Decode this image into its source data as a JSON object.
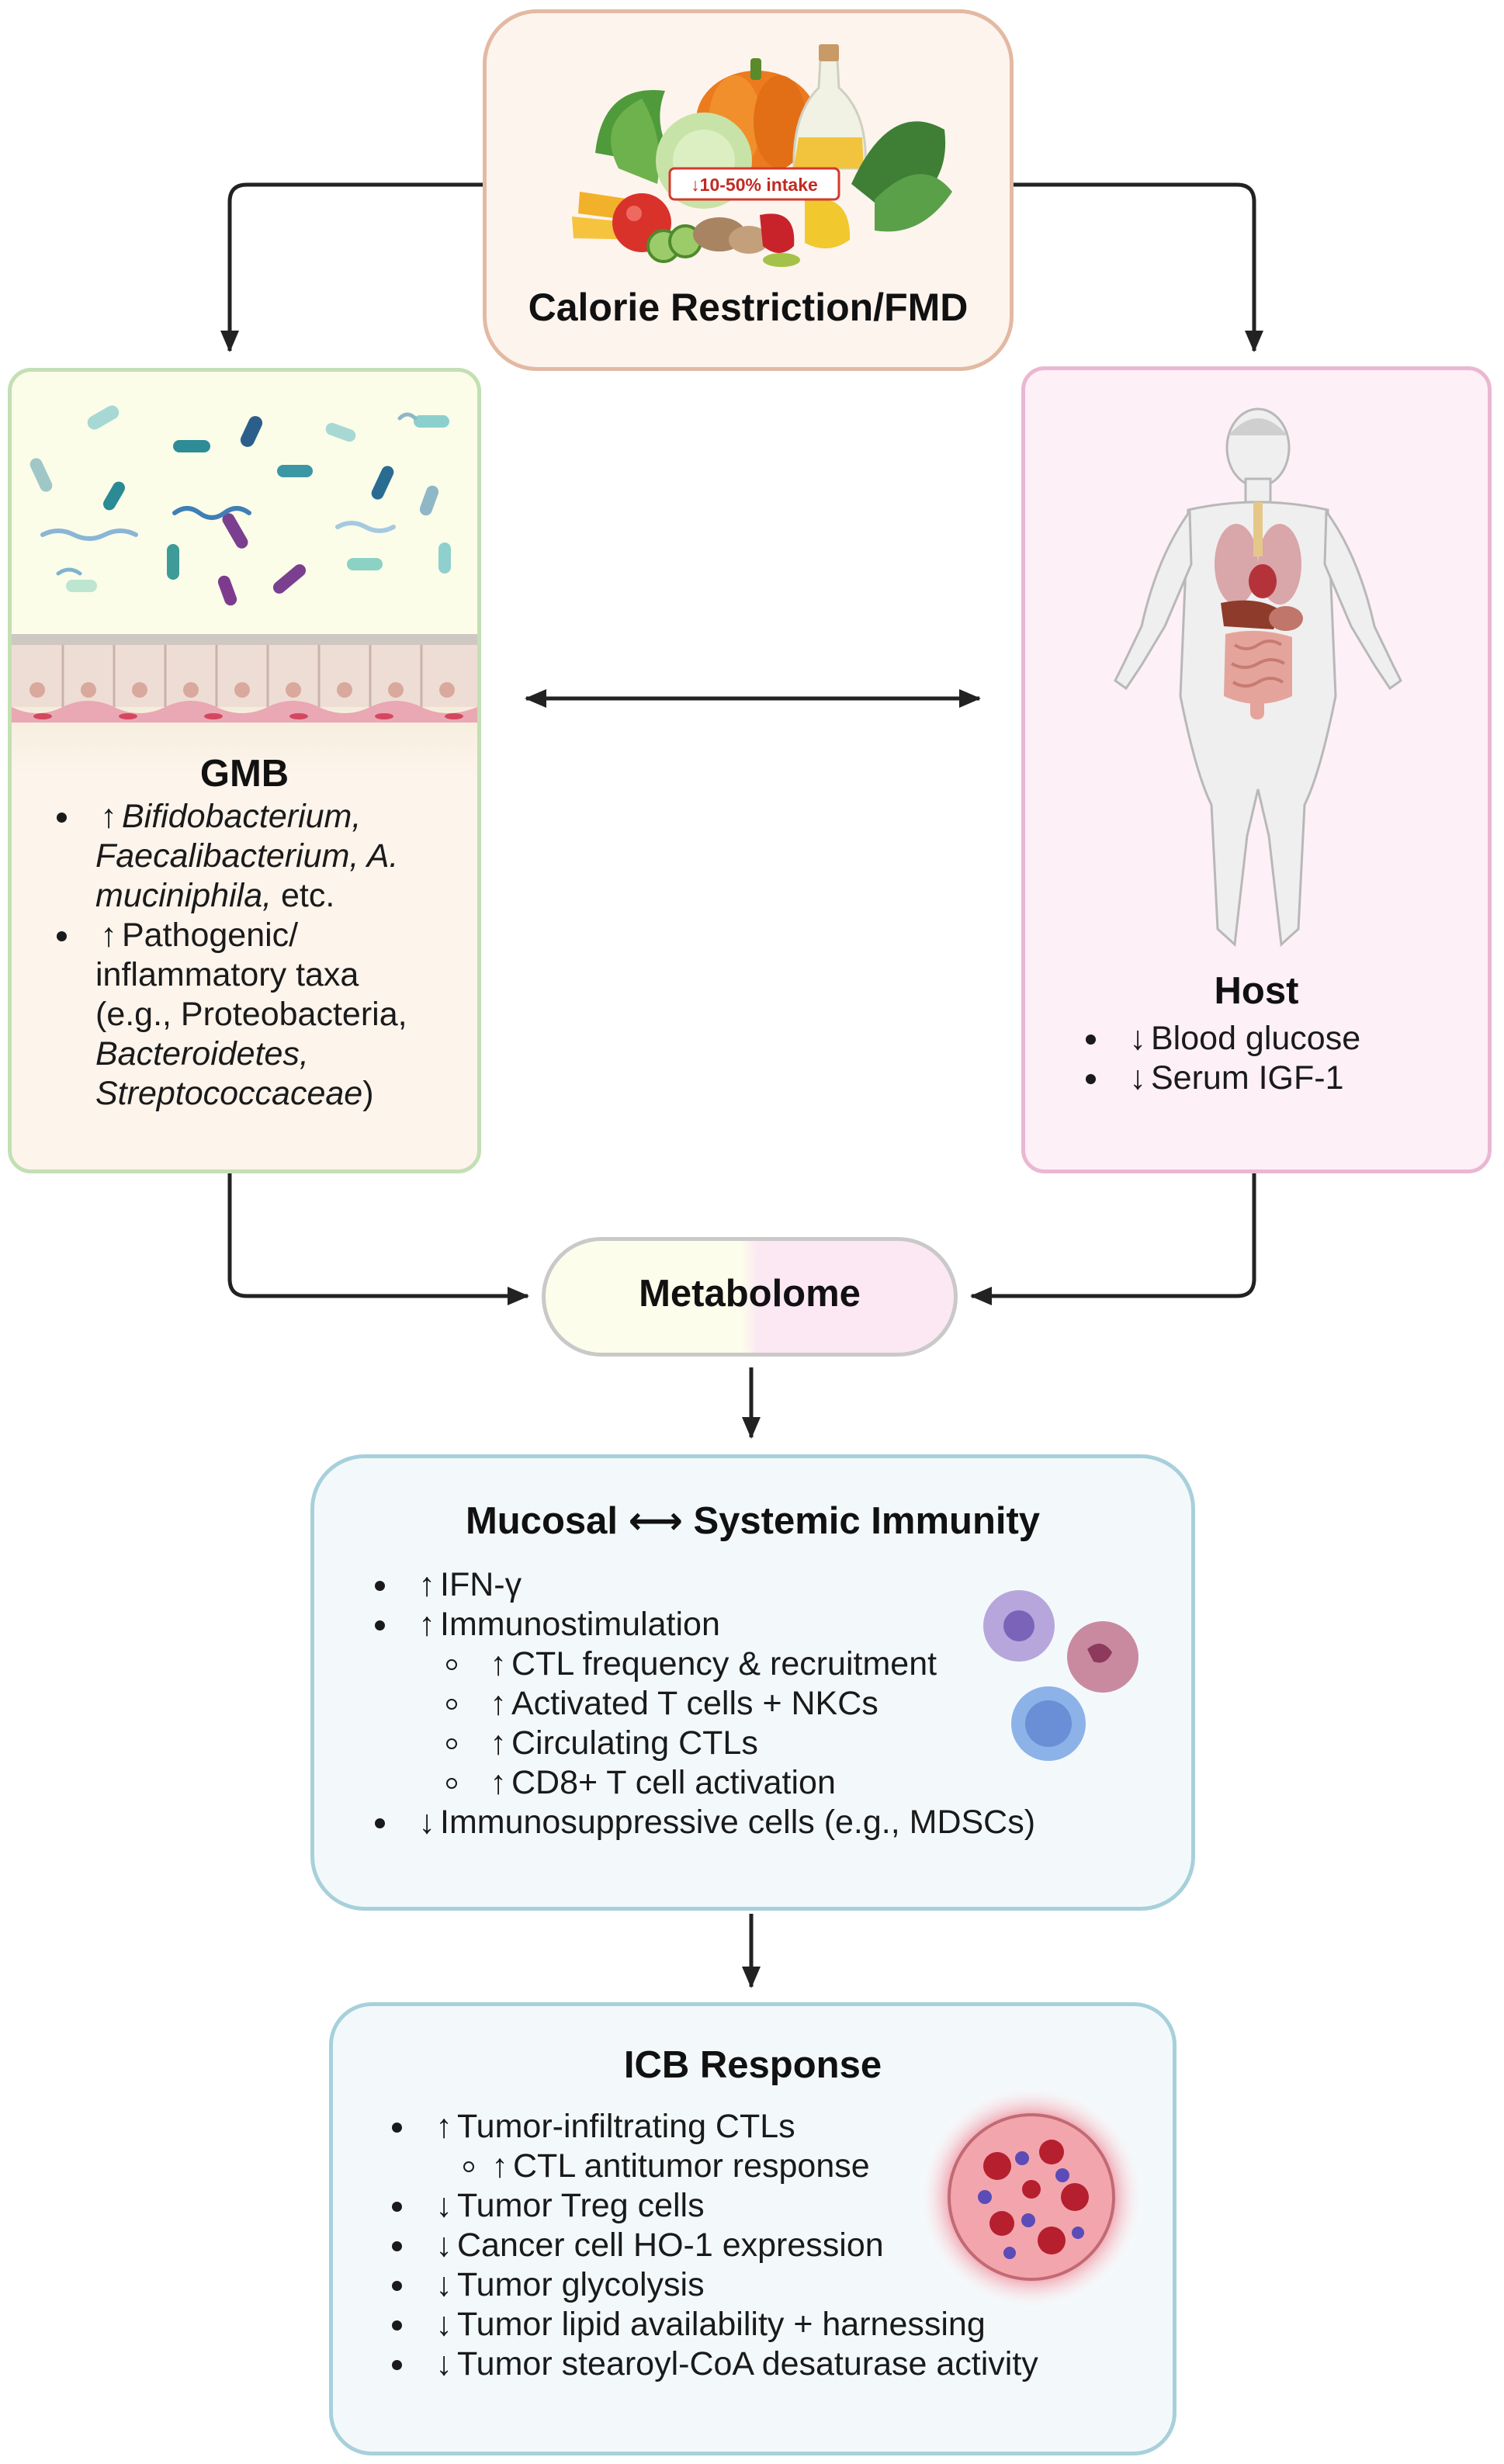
{
  "calorie": {
    "title": "Calorie Restriction/FMD",
    "tag": "↓10-50% intake"
  },
  "gmb": {
    "title": "GMB",
    "bullet1": {
      "arrow": "↑",
      "taxa1": "Bifidobacterium,",
      "taxa2": "Faecalibacterium, A.",
      "taxa3": "muciniphila,",
      "tail": " etc."
    },
    "bullet2": {
      "arrow": "↑",
      "line1": "Pathogenic/",
      "line2": "inflammatory taxa",
      "line3": "(e.g., Proteobacteria,",
      "taxa4": "Bacteroidetes,",
      "taxa5": "Streptococcaceae",
      "close": ")"
    }
  },
  "host": {
    "title": "Host",
    "items": [
      {
        "arrow": "↓",
        "text": "Blood glucose"
      },
      {
        "arrow": "↓",
        "text": "Serum IGF-1"
      }
    ]
  },
  "metabolome": {
    "title": "Metabolome"
  },
  "immunity": {
    "title": "Mucosal ⟷ Systemic Immunity",
    "items": [
      {
        "arrow": "↑",
        "text": "IFN-γ"
      },
      {
        "arrow": "↑",
        "text": "Immunostimulation"
      },
      {
        "arrow": "↑",
        "text": "CTL frequency & recruitment"
      },
      {
        "arrow": "↑",
        "text": "Activated T cells + NKCs"
      },
      {
        "arrow": "↑",
        "text": "Circulating CTLs"
      },
      {
        "arrow": "↑",
        "text": "CD8+ T cell activation"
      },
      {
        "arrow": "↓",
        "text": "Immunosuppressive cells (e.g., MDSCs)"
      }
    ]
  },
  "icb": {
    "title": "ICB Response",
    "items": [
      {
        "arrow": "↑",
        "text": "Tumor-infiltrating CTLs"
      },
      {
        "arrow": "↑",
        "text": "CTL antitumor response"
      },
      {
        "arrow": "↓",
        "text": "Tumor Treg cells"
      },
      {
        "arrow": "↓",
        "text": "Cancer cell HO-1 expression"
      },
      {
        "arrow": "↓",
        "text": "Tumor glycolysis"
      },
      {
        "arrow": "↓",
        "text": "Tumor lipid availability + harnessing"
      },
      {
        "arrow": "↓",
        "text": "Tumor stearoyl-CoA desaturase activity"
      }
    ]
  },
  "colors": {
    "calorie_border": "#e3b9a3",
    "gmb_border": "#c3dfb4",
    "host_border": "#eab7d2",
    "immune_border": "#a7d0db",
    "arrow": "#222222"
  }
}
